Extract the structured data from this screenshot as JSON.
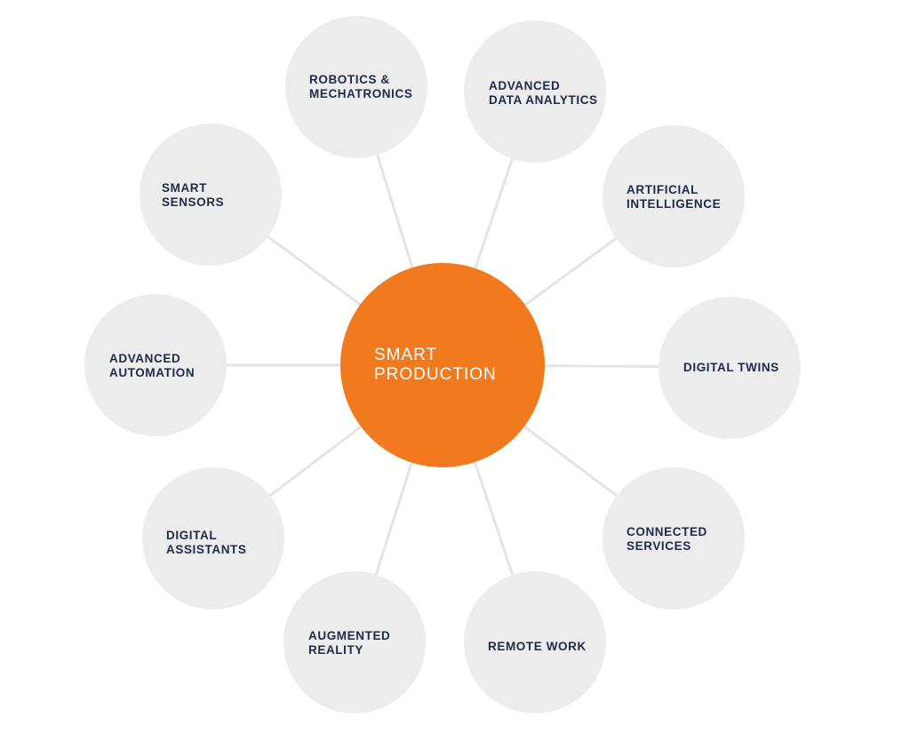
{
  "center": {
    "label": "SMART\nPRODUCTION"
  },
  "nodes": [
    {
      "id": "robotics-mechatronics",
      "label": "ROBOTICS &\nMECHATRONICS"
    },
    {
      "id": "advanced-data-analytics",
      "label": "ADVANCED\nDATA ANALYTICS"
    },
    {
      "id": "artificial-intelligence",
      "label": "ARTIFICIAL\nINTELLIGENCE"
    },
    {
      "id": "digital-twins",
      "label": "DIGITAL TWINS"
    },
    {
      "id": "connected-services",
      "label": "CONNECTED\nSERVICES"
    },
    {
      "id": "remote-work",
      "label": "REMOTE WORK"
    },
    {
      "id": "augmented-reality",
      "label": "AUGMENTED\nREALITY"
    },
    {
      "id": "digital-assistants",
      "label": "DIGITAL\nASSISTANTS"
    },
    {
      "id": "advanced-automation",
      "label": "ADVANCED\nAUTOMATION"
    },
    {
      "id": "smart-sensors",
      "label": "SMART\nSENSORS"
    }
  ],
  "colors": {
    "center_fill": "#f07a1d",
    "node_fill": "#ececec",
    "connector": "#e4e4e4",
    "label_text": "#1f2a4a",
    "center_text": "#ffffff"
  }
}
